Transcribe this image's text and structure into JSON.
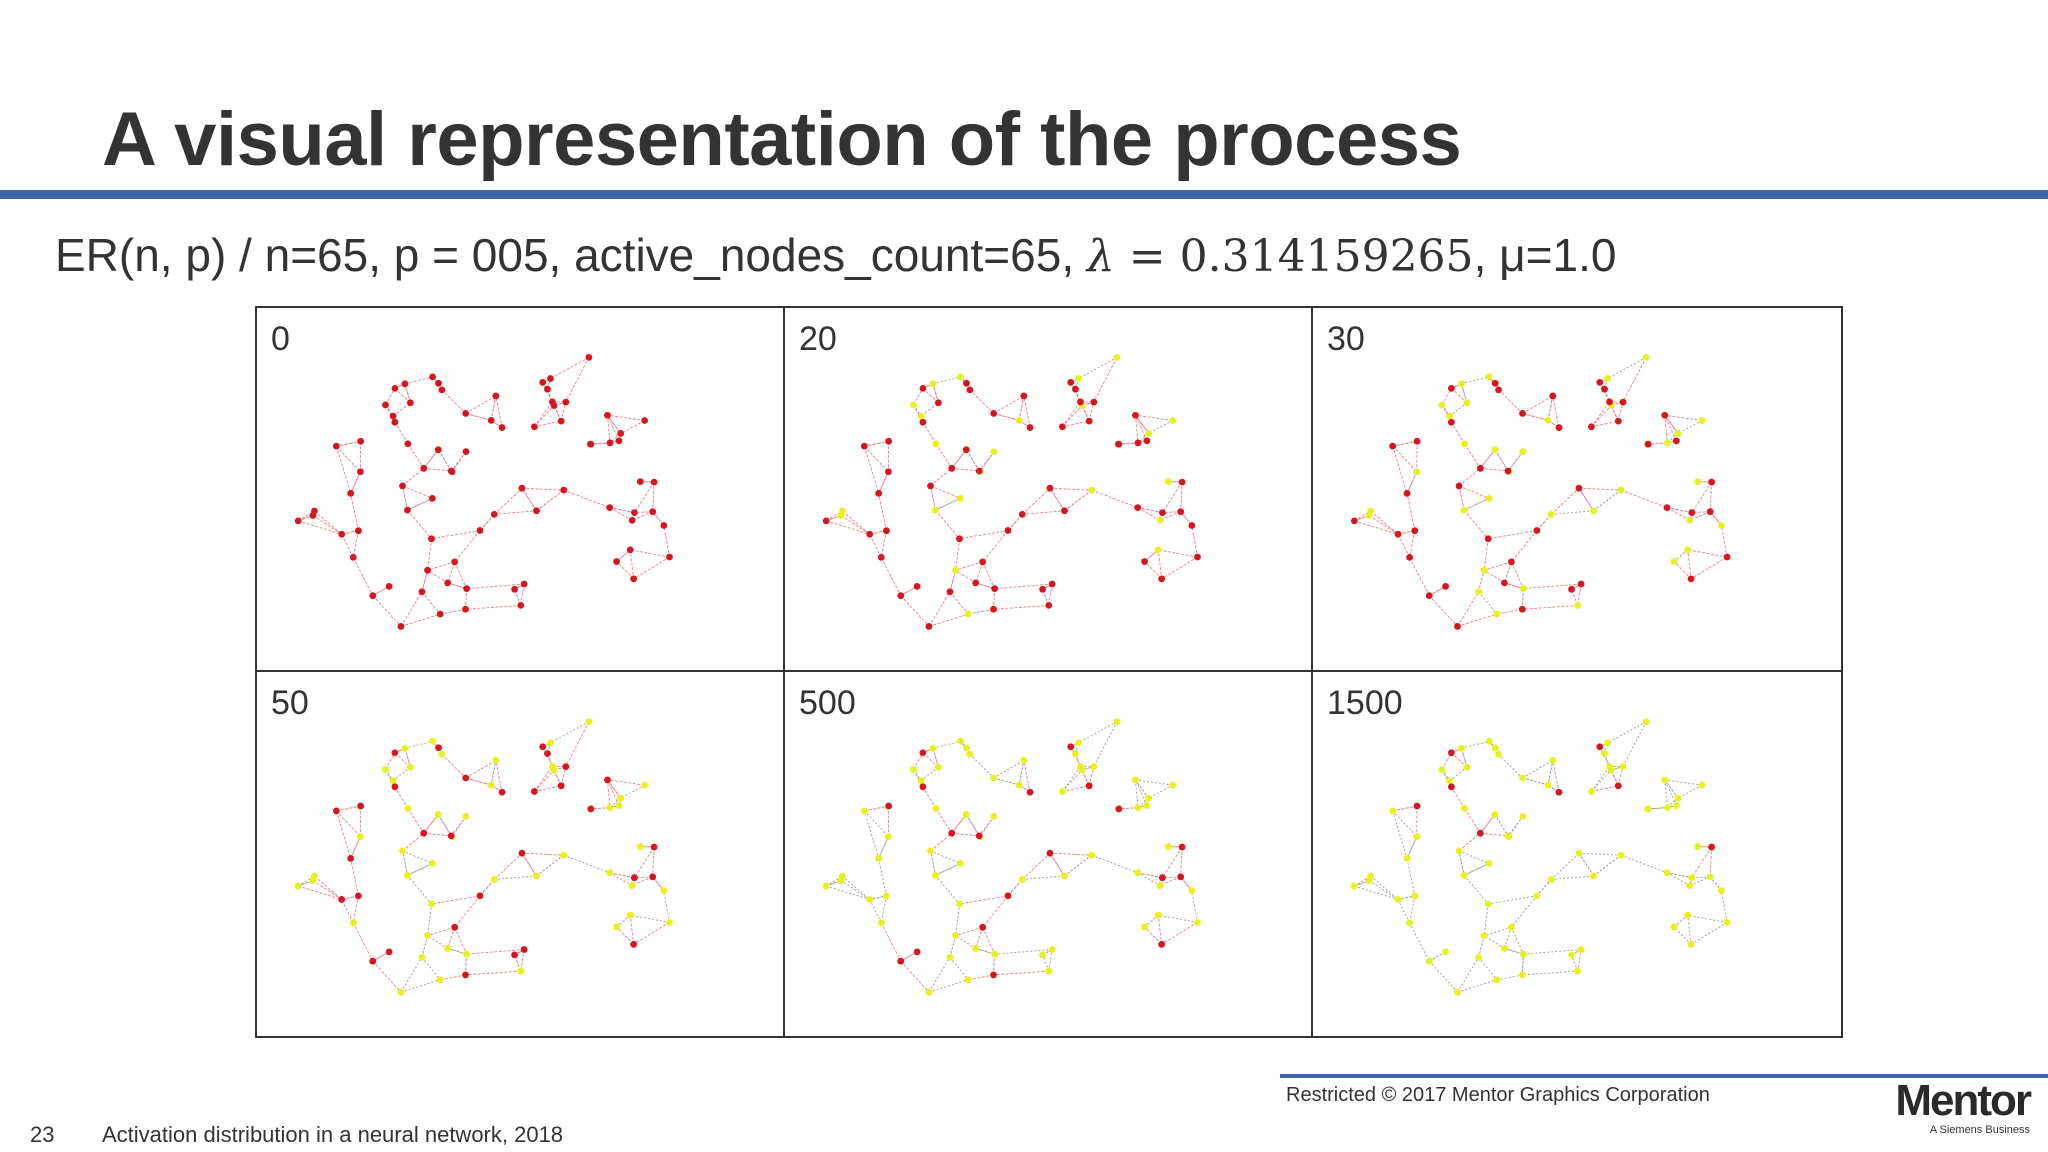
{
  "slide": {
    "title": "A visual representation of the process",
    "subtitle_prefix": "ER(n, p) / n=65, p = 005, active_nodes_count=65, ",
    "subtitle_lambda_symbol": "λ",
    "subtitle_lambda_value": " = 0.314159265",
    "subtitle_mu": ",  μ=1.0",
    "page_number": "23",
    "footer_text": "Activation distribution in a neural network, 2018",
    "restricted": "Restricted © 2017 Mentor Graphics Corporation",
    "logo_word": "Mentor",
    "logo_tagline": "A Siemens Business"
  },
  "colors": {
    "accent_rule": "#3f67a8",
    "active_node": "#d8141f",
    "inactive_node": "#e6f21a",
    "active_edge": "#e9818a",
    "inactive_edge": "#9a9a9a"
  },
  "panels": [
    {
      "label": "0",
      "yellow_fraction": 0.0
    },
    {
      "label": "20",
      "yellow_fraction": 0.3
    },
    {
      "label": "30",
      "yellow_fraction": 0.45
    },
    {
      "label": "50",
      "yellow_fraction": 0.6
    },
    {
      "label": "500",
      "yellow_fraction": 0.75
    },
    {
      "label": "1500",
      "yellow_fraction": 0.9
    }
  ]
}
